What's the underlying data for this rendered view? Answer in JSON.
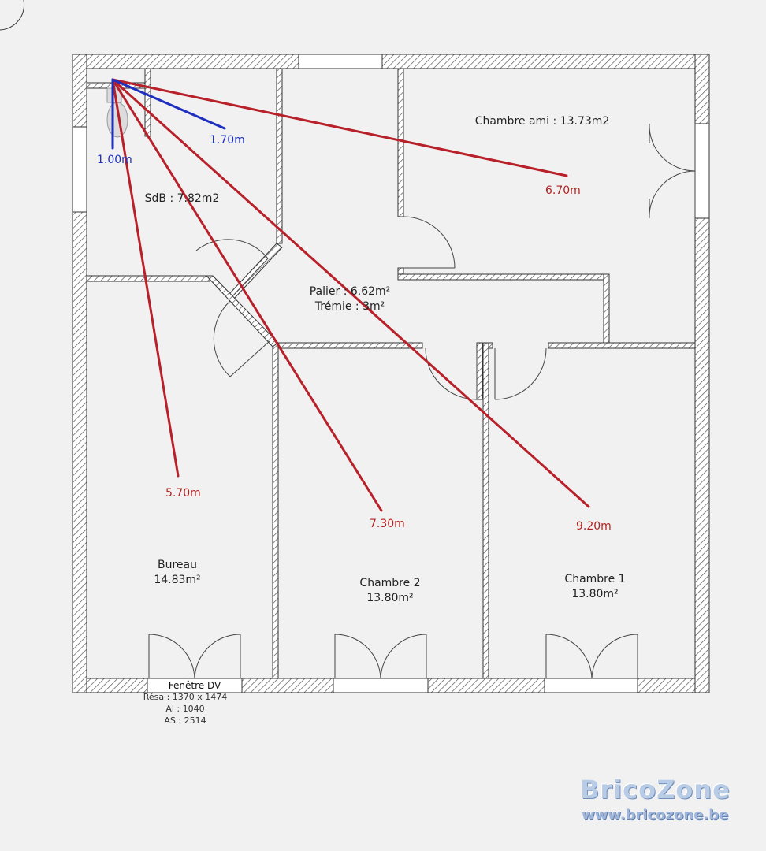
{
  "rooms": {
    "sdb": "SdB : 7.82m2",
    "chambre_ami": "Chambre ami : 13.73m2",
    "palier": "Palier : 6.62m²",
    "tremie": "Trémie : 3m²",
    "bureau_name": "Bureau",
    "bureau_area": "14.83m²",
    "chambre2_name": "Chambre 2",
    "chambre2_area": "13.80m²",
    "chambre1_name": "Chambre 1",
    "chambre1_area": "13.80m²"
  },
  "measurements": {
    "m100": "1.00m",
    "m170": "1.70m",
    "m670": "6.70m",
    "m570": "5.70m",
    "m730": "7.30m",
    "m920": "9.20m"
  },
  "window_note": {
    "title": "Fenêtre DV",
    "resa": "Résa : 1370 x 1474",
    "al": "Al : 1040",
    "as": "AS : 2514"
  },
  "watermark": {
    "brand": "BricoZone",
    "url": "www.bricozone.be"
  },
  "colors": {
    "red_line": "#b8202a",
    "blue_line": "#1e2fc0",
    "wall": "#555555"
  }
}
